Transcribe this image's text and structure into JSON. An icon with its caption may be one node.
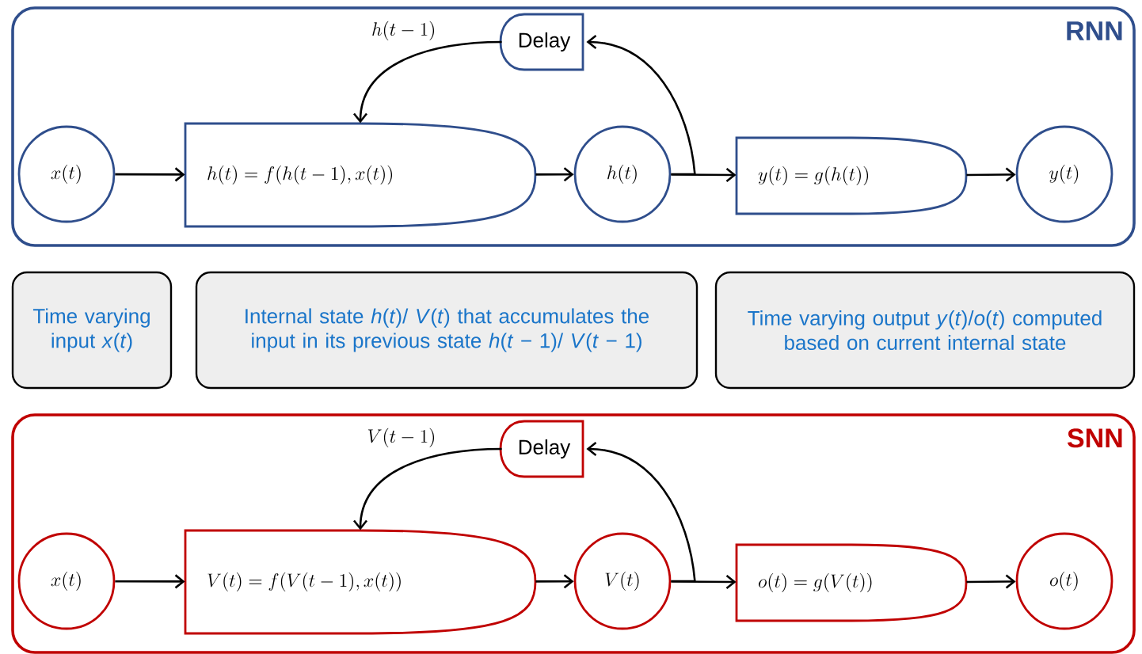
{
  "diagram": {
    "nodes": [
      {
        "text": [
          "RNN"
        ]
      },
      {
        "text": [
          "x(t)"
        ],
        "in": 0
      },
      {
        "text": [
          "h(t) = f(h(t-1), x(t))"
        ],
        "in": 0
      },
      {
        "text": [
          "h(t)"
        ],
        "in": 0
      },
      {
        "text": [
          "y(t) = g(h(t))"
        ],
        "in": 0
      },
      {
        "text": [
          "y(t)"
        ],
        "in": 0
      },
      {
        "text": [
          "Delay"
        ],
        "in": 0
      },
      {
        "text": [
          "Time varying input *x*(*t*)"
        ]
      },
      {
        "text": [
          "Internal state *h*(*t*)/ *V*(*t*) that accumulates the input in its previous state *h*(*t* − 1)/ *V*(*t* − 1)"
        ]
      },
      {
        "text": [
          "Time varying output *y*(*t*)/*o*(*t*) computed based on current internal state"
        ]
      },
      {
        "text": [
          "SNN"
        ]
      },
      {
        "text": [
          "x(t)"
        ],
        "in": 10
      },
      {
        "text": [
          "V(t) = f(V(t-1), x(t))"
        ],
        "in": 10
      },
      {
        "text": [
          "V(t)"
        ],
        "in": 10
      },
      {
        "text": [
          "o(t) = g(V(t))"
        ],
        "in": 10
      },
      {
        "text": [
          "o(t)"
        ],
        "in": 10
      },
      {
        "text": [
          "Delay"
        ],
        "in": 10
      }
    ],
    "edges": [
      {
        "from": 1,
        "to": 2,
        "arrow": "to"
      },
      {
        "from": 2,
        "to": 3,
        "arrow": "to"
      },
      {
        "from": 3,
        "to": 4,
        "arrow": "to"
      },
      {
        "from": 3,
        "to": 6,
        "arrow": "to"
      },
      {
        "from": 6,
        "to": 2,
        "arrow": "to",
        "label": "h(t-1)"
      },
      {
        "from": 4,
        "to": 5,
        "arrow": "to"
      },
      {
        "from": 11,
        "to": 12,
        "arrow": "to"
      },
      {
        "from": 12,
        "to": 13,
        "arrow": "to"
      },
      {
        "from": 13,
        "to": 14,
        "arrow": "to"
      },
      {
        "from": 13,
        "to": 16,
        "arrow": "to"
      },
      {
        "from": 16,
        "to": 12,
        "arrow": "to",
        "label": "V(t-1)"
      },
      {
        "from": 14,
        "to": 15,
        "arrow": "to"
      }
    ]
  }
}
